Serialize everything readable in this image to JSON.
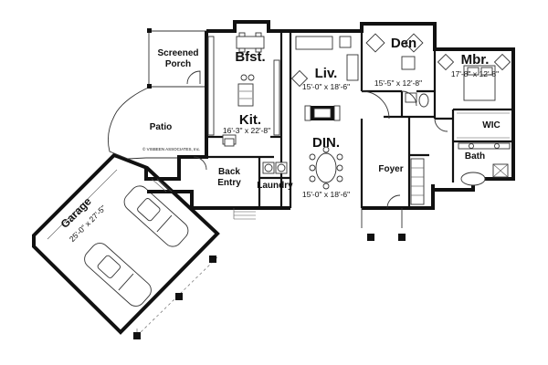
{
  "copyright": "© VISBEEN ASSOCIATES, Inc.",
  "rooms": {
    "screened_porch": {
      "name_line1": "Screened",
      "name_line2": "Porch"
    },
    "breakfast": {
      "name": "Bfst."
    },
    "living": {
      "name": "Liv.",
      "dims": "15'-0\" x 18'-6\""
    },
    "den": {
      "name": "Den",
      "dims": "15'-5\" x 12'-8\""
    },
    "master_bedroom": {
      "name": "Mbr.",
      "dims": "17'-8\" x 12'-8\""
    },
    "patio": {
      "name": "Patio"
    },
    "kitchen": {
      "name": "Kit.",
      "dims": "16'-3\" x 22'-8\""
    },
    "wic": {
      "name": "WIC"
    },
    "dining": {
      "name": "DIN.",
      "dims": "15'-0\" x 18'-6\""
    },
    "foyer": {
      "name": "Foyer"
    },
    "bath": {
      "name": "Bath"
    },
    "back_entry": {
      "name_line1": "Back",
      "name_line2": "Entry"
    },
    "laundry": {
      "name": "Laundry"
    },
    "garage": {
      "name": "Garage",
      "dims": "25'-0\" x 27'-5\""
    }
  }
}
